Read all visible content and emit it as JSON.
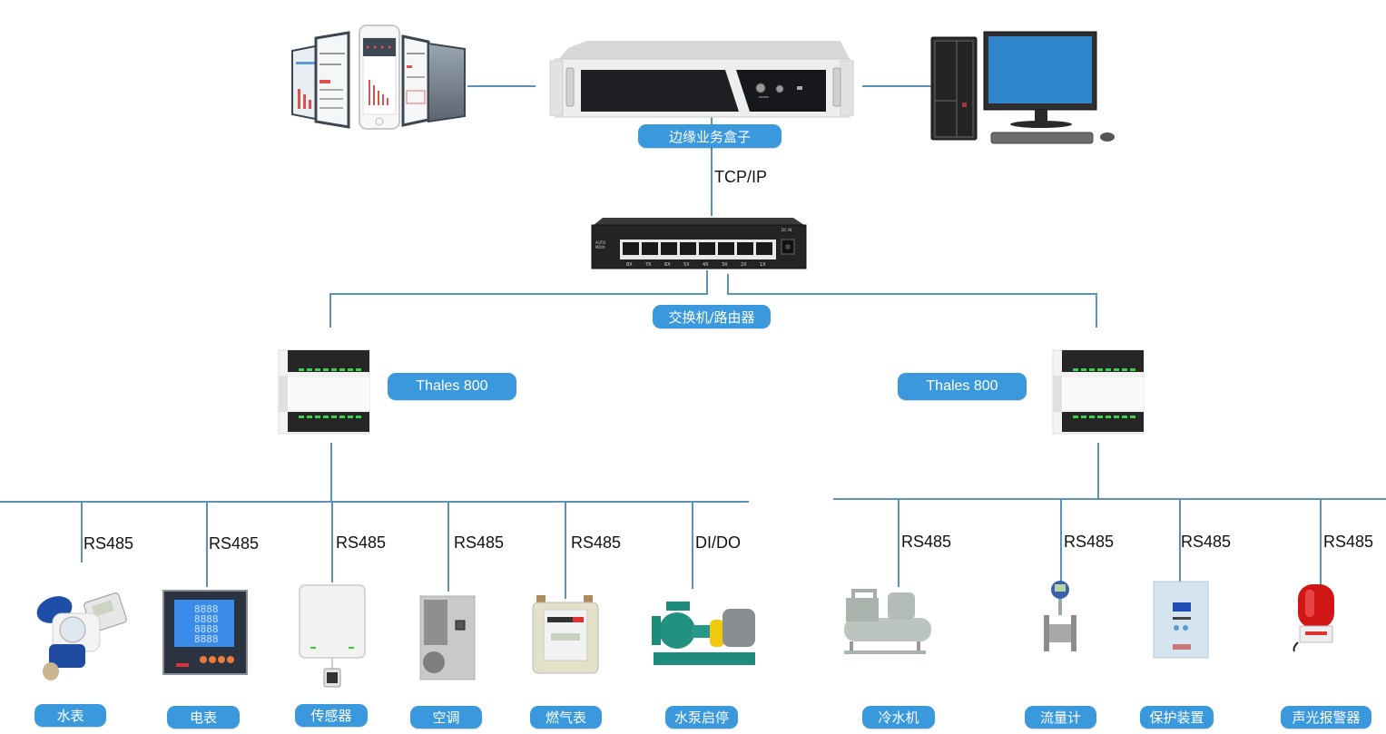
{
  "top": {
    "edge_box_label": "边缘业务盒子",
    "link_protocol": "TCP/IP",
    "switch_label": "交换机/路由器",
    "switch_port_labels": [
      "8X",
      "7X",
      "6X",
      "5X",
      "4X",
      "3X",
      "2X",
      "1X"
    ],
    "switch_side_text": [
      "AUTO",
      "MDIX"
    ],
    "switch_dc_label": "DC IN"
  },
  "gateways": [
    {
      "label": "Thales 800"
    },
    {
      "label": "Thales 800"
    }
  ],
  "left_devices": [
    {
      "label": "水表",
      "protocol": "RS485",
      "icon": "water-meter-icon"
    },
    {
      "label": "电表",
      "protocol": "RS485",
      "icon": "power-meter-icon"
    },
    {
      "label": "传感器",
      "protocol": "RS485",
      "icon": "sensor-icon"
    },
    {
      "label": "空调",
      "protocol": "RS485",
      "icon": "air-conditioner-icon"
    },
    {
      "label": "燃气表",
      "protocol": "RS485",
      "icon": "gas-meter-icon"
    },
    {
      "label": "水泵启停",
      "protocol": "DI/DO",
      "icon": "water-pump-icon"
    }
  ],
  "right_devices": [
    {
      "label": "冷水机",
      "protocol": "RS485",
      "icon": "chiller-icon"
    },
    {
      "label": "流量计",
      "protocol": "RS485",
      "icon": "flow-meter-icon"
    },
    {
      "label": "保护装置",
      "protocol": "RS485",
      "icon": "protection-device-icon"
    },
    {
      "label": "声光报警器",
      "protocol": "RS485",
      "icon": "alarm-light-icon"
    }
  ],
  "colors": {
    "accent": "#3a98dc",
    "connector_line": "#5b93b8"
  }
}
